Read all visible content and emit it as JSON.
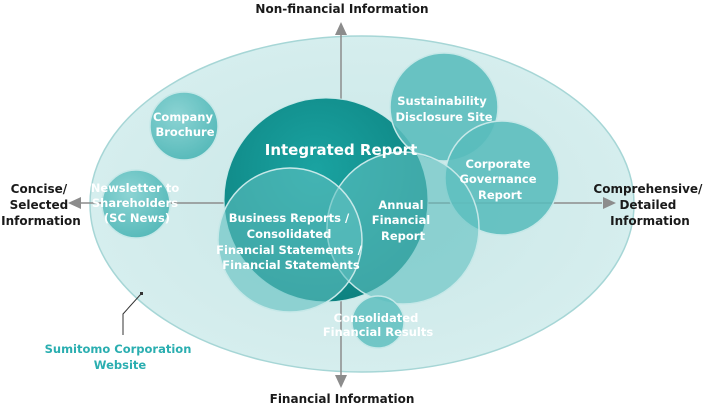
{
  "axes": {
    "top": "Non-financial Information",
    "bottom": "Financial Information",
    "left": [
      "Concise/",
      "Selected",
      "Information"
    ],
    "right": [
      "Comprehensive/",
      "Detailed",
      "Information"
    ]
  },
  "website": {
    "label": [
      "Sumitomo Corporation",
      "Website"
    ]
  },
  "bubbles": {
    "integrated_report": [
      "Integrated Report"
    ],
    "company_brochure": [
      "Company",
      "Brochure"
    ],
    "newsletter": [
      "Newsletter to",
      "Shareholders",
      "(SC News)"
    ],
    "sustainability": [
      "Sustainability",
      "Disclosure Site"
    ],
    "corporate_governance": [
      "Corporate",
      "Governance",
      "Report"
    ],
    "business_reports": [
      "Business Reports /",
      "Consolidated",
      "Financial Statements /",
      "Financial Statements"
    ],
    "annual_financial": [
      "Annual",
      "Financial",
      "Report"
    ],
    "consolidated_results": [
      "Consolidated",
      "Financial Results"
    ]
  },
  "colors": {
    "ellipse_fill": "#d3ecec",
    "ellipse_stroke": "#9fd2d3",
    "integrated_fill": "#12918f",
    "bubble_fill": "#5bbdbd",
    "bubble_stroke": "#c6e8e8",
    "arrow": "#888888",
    "site_text": "#2aaeb0"
  }
}
